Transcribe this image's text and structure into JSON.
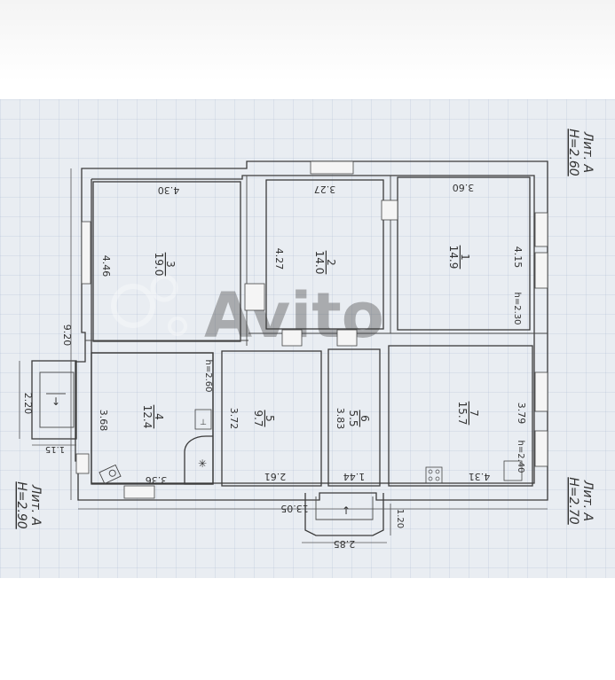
{
  "rooms": [
    {
      "number": "1",
      "area": "14.9",
      "width": "3.60",
      "length": "4.15",
      "height": "h=2.30"
    },
    {
      "number": "2",
      "area": "14.0",
      "width": "3.27",
      "length": "4.27"
    },
    {
      "number": "3",
      "area": "19.0",
      "width": "4.30",
      "length": "4.46"
    },
    {
      "number": "4",
      "area": "12.4",
      "width": "3.36",
      "length": "3.68",
      "height": "h=2.60"
    },
    {
      "number": "5",
      "area": "9.7",
      "width": "2.61",
      "length": "3.72"
    },
    {
      "number": "6",
      "area": "5.5",
      "width": "1.44",
      "length": "3.83"
    },
    {
      "number": "7",
      "area": "15.7",
      "width": "4.31",
      "length": "3.79",
      "height": "h=2.40"
    }
  ],
  "dimensions": {
    "overall_length": "13.05",
    "overall_width": "9.20",
    "annex_width": "2.20",
    "annex_depth": "1.15",
    "porch_width": "2.85",
    "porch_depth": "1.20"
  },
  "litera": [
    {
      "label": "Лит. А",
      "height": "H=2.60"
    },
    {
      "label": "Лит. А",
      "height": "H=2.90"
    },
    {
      "label": "Лит. А",
      "height": "H=2.70"
    }
  ],
  "watermark": "Avito"
}
